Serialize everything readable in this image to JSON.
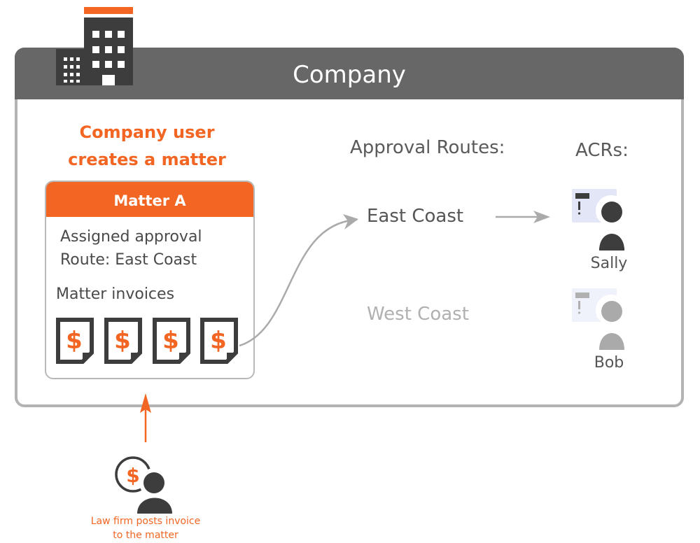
{
  "company": {
    "title": "Company",
    "icon": "building-icon"
  },
  "creator": {
    "line1": "Company user",
    "line2": "creates a matter"
  },
  "matter": {
    "title": "Matter A",
    "route_line1": "Assigned approval",
    "route_line2": "Route: East Coast",
    "invoices_label": "Matter invoices",
    "invoice_count": 4,
    "invoice_icon": "invoice-dollar-icon"
  },
  "approval_routes": {
    "heading": "Approval Routes:",
    "items": [
      {
        "label": "East Coast",
        "active": true
      },
      {
        "label": "West Coast",
        "active": false
      }
    ]
  },
  "acrs": {
    "heading": "ACRs:",
    "items": [
      {
        "name": "Sally",
        "active": true,
        "icon": "user-notification-icon"
      },
      {
        "name": "Bob",
        "active": false,
        "icon": "user-notification-icon"
      }
    ]
  },
  "law_firm": {
    "caption_line1": "Law firm posts invoice",
    "caption_line2": "to the matter",
    "icon": "user-dollar-icon"
  },
  "colors": {
    "accent": "#f26522",
    "header_gray": "#676767",
    "dark": "#3d3d3d",
    "border_gray": "#b3b3b3",
    "inactive_gray": "#b0b0b0",
    "card_active_bg": "#e3e6f7",
    "card_inactive_bg": "#f0f2fb"
  }
}
